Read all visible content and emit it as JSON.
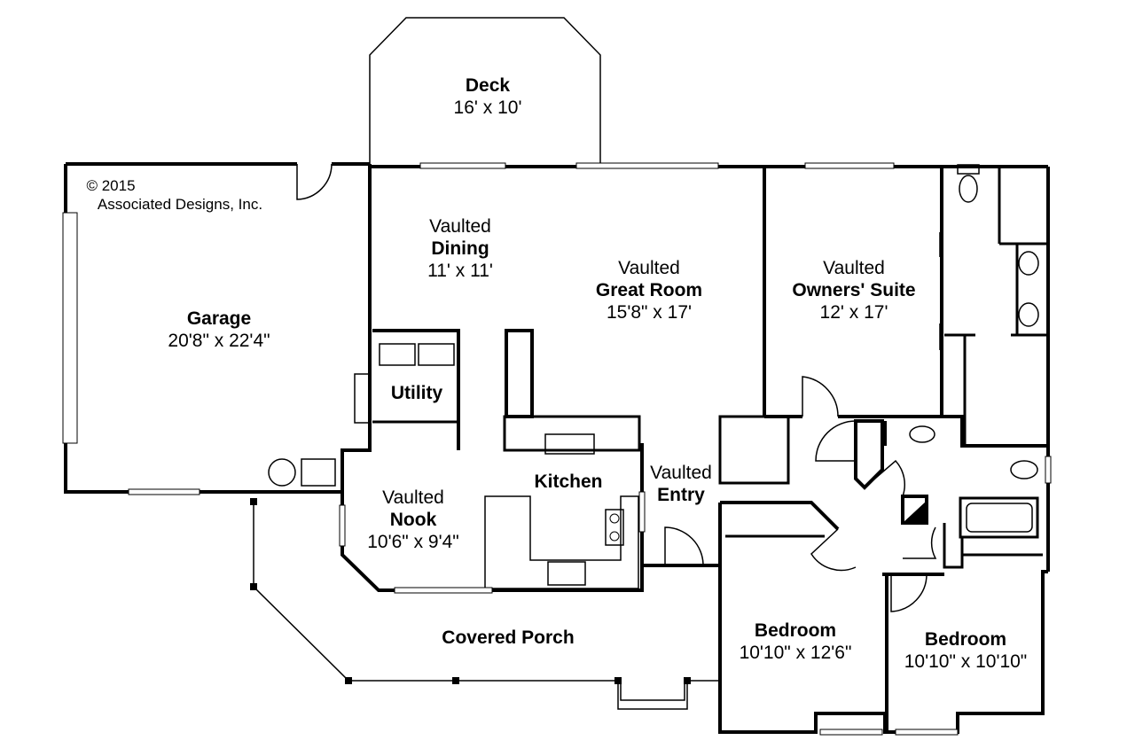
{
  "copyright": {
    "year_line": "© 2015",
    "company": "Associated Designs, Inc."
  },
  "rooms": {
    "deck": {
      "name": "Deck",
      "size": "16' x 10'"
    },
    "garage": {
      "name": "Garage",
      "size": "20'8\" x 22'4\""
    },
    "dining": {
      "prefix": "Vaulted",
      "name": "Dining",
      "size": "11' x 11'"
    },
    "great_room": {
      "prefix": "Vaulted",
      "name": "Great Room",
      "size": "15'8\" x 17'"
    },
    "owners_suite": {
      "prefix": "Vaulted",
      "name": "Owners' Suite",
      "size": "12' x 17'"
    },
    "utility": {
      "name": "Utility"
    },
    "kitchen": {
      "name": "Kitchen"
    },
    "entry": {
      "prefix": "Vaulted",
      "name": "Entry"
    },
    "nook": {
      "prefix": "Vaulted",
      "name": "Nook",
      "size": "10'6\" x 9'4\""
    },
    "covered_porch": {
      "name": "Covered Porch"
    },
    "bedroom_1": {
      "name": "Bedroom",
      "size": "10'10\" x 12'6\""
    },
    "bedroom_2": {
      "name": "Bedroom",
      "size": "10'10\" x 10'10\""
    }
  }
}
